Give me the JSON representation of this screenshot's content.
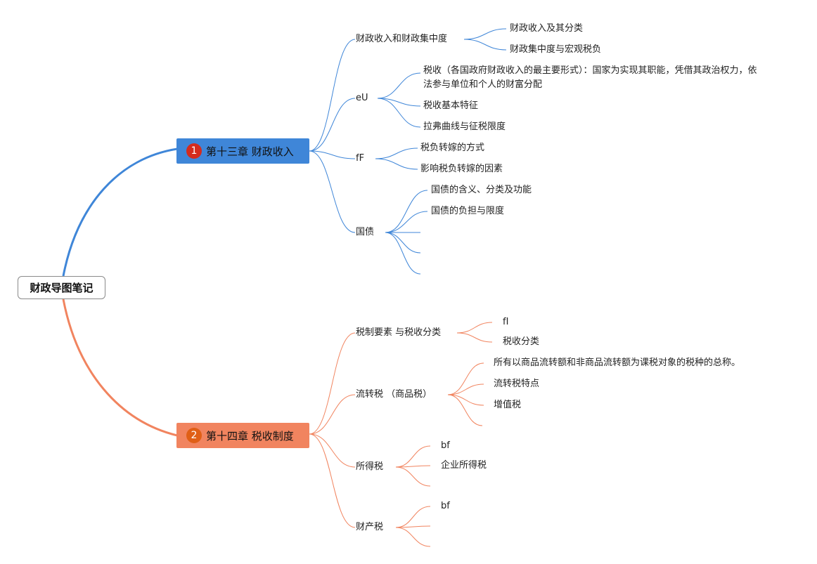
{
  "root": {
    "label": "财政导图笔记"
  },
  "chapters": [
    {
      "number": "1",
      "label": "第十三章 财政收入",
      "color": "#3f86d8",
      "topics": [
        {
          "label": "财政收入和财政集中度",
          "children": [
            "财政收入及其分类",
            "财政集中度与宏观税负"
          ]
        },
        {
          "label": "eU",
          "children": [
            "税收（各国政府财政收入的最主要形式）：国家为实现其职能，凭借其政治权力，依法参与单位和个人的财富分配",
            "税收基本特征",
            "拉弗曲线与征税限度"
          ]
        },
        {
          "label": "fF",
          "children": [
            "税负转嫁的方式",
            "影响税负转嫁的因素"
          ]
        },
        {
          "label": "国债",
          "children": [
            "国债的含义、分类及功能",
            "国债的负担与限度",
            "",
            "",
            ""
          ]
        }
      ]
    },
    {
      "number": "2",
      "label": "第十四章 税收制度",
      "color": "#f1845f",
      "topics": [
        {
          "label": "税制要素 与税收分类",
          "children": [
            "fI",
            "税收分类"
          ]
        },
        {
          "label": "流转税 （商品税）",
          "children": [
            "所有以商品流转额和非商品流转额为课税对象的税种的总称。",
            "流转税特点",
            "增值税",
            ""
          ]
        },
        {
          "label": "所得税",
          "children": [
            "bf",
            "企业所得税",
            ""
          ]
        },
        {
          "label": "财产税",
          "children": [
            "bf",
            "",
            ""
          ]
        }
      ]
    }
  ]
}
